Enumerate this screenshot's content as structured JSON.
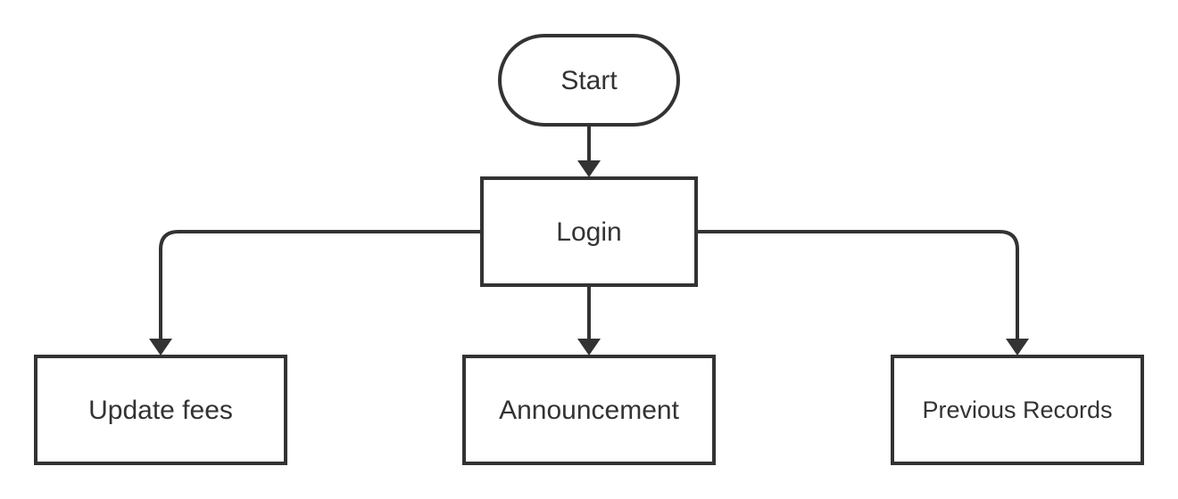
{
  "colors": {
    "stroke": "#333333",
    "fill": "#ffffff",
    "text": "#333333"
  },
  "diagram": {
    "nodes": {
      "start": {
        "label": "Start",
        "shape": "terminator"
      },
      "login": {
        "label": "Login",
        "shape": "process"
      },
      "update_fees": {
        "label": "Update fees",
        "shape": "process"
      },
      "announcement": {
        "label": "Announcement",
        "shape": "process"
      },
      "previous_records": {
        "label": "Previous Records",
        "shape": "process"
      }
    },
    "edges": [
      {
        "from": "start",
        "to": "login"
      },
      {
        "from": "login",
        "to": "update_fees"
      },
      {
        "from": "login",
        "to": "announcement"
      },
      {
        "from": "login",
        "to": "previous_records"
      }
    ]
  }
}
